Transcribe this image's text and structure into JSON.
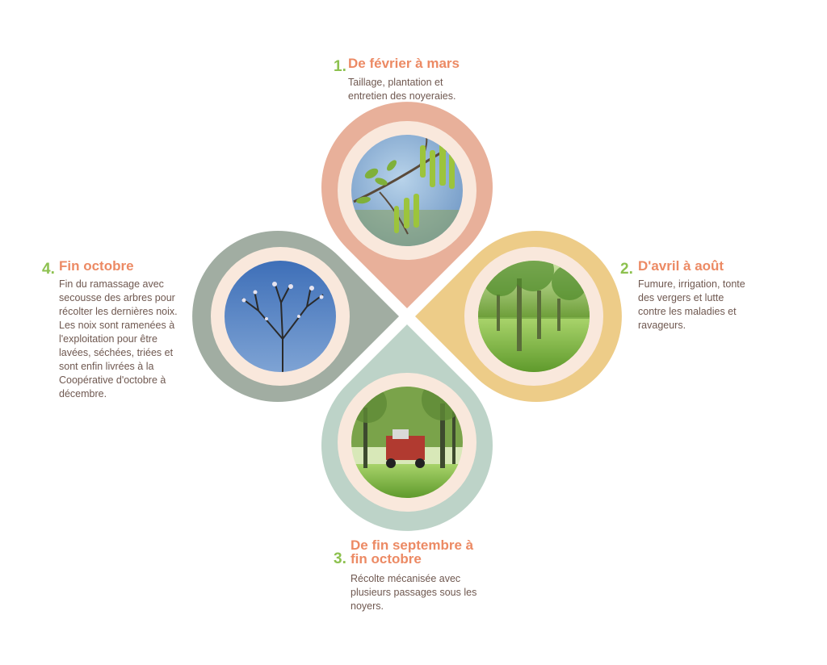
{
  "colors": {
    "step1": "#e8b09a",
    "step2": "#edcc88",
    "step3": "#bdd3c8",
    "step4": "#a1ada2",
    "inner_ring": "#f9e8dc",
    "number": "#8dc14f",
    "title": "#ec8a64",
    "text": "#6f5850"
  },
  "steps": [
    {
      "number": "1.",
      "title_lines": [
        "De février à mars"
      ],
      "description_lines": [
        "Taillage, plantation et",
        "entretien des noyeraies."
      ],
      "photo": "walnut-catkins-photo"
    },
    {
      "number": "2.",
      "title_lines": [
        "D'avril à août"
      ],
      "description_lines": [
        "Fumure, irrigation, tonte",
        "des vergers et lutte",
        "contre les maladies et",
        "ravageurs."
      ],
      "photo": "green-orchard-photo"
    },
    {
      "number": "3.",
      "title_lines": [
        "De fin septembre à",
        "fin octobre"
      ],
      "description_lines": [
        "Récolte mécanisée avec",
        "plusieurs passages sous les",
        "noyers."
      ],
      "photo": "harvest-tractor-photo"
    },
    {
      "number": "4.",
      "title_lines": [
        "Fin octobre"
      ],
      "description_lines": [
        "Fin du ramassage avec",
        "secousse des arbres pour",
        "récolter les dernières noix.",
        "Les noix sont ramenées à",
        "l'exploitation pour être",
        "lavées, séchées, triées et",
        "sont enfin livrées à la",
        "Coopérative d'octobre à",
        "décembre."
      ],
      "photo": "bare-tree-photo"
    }
  ]
}
